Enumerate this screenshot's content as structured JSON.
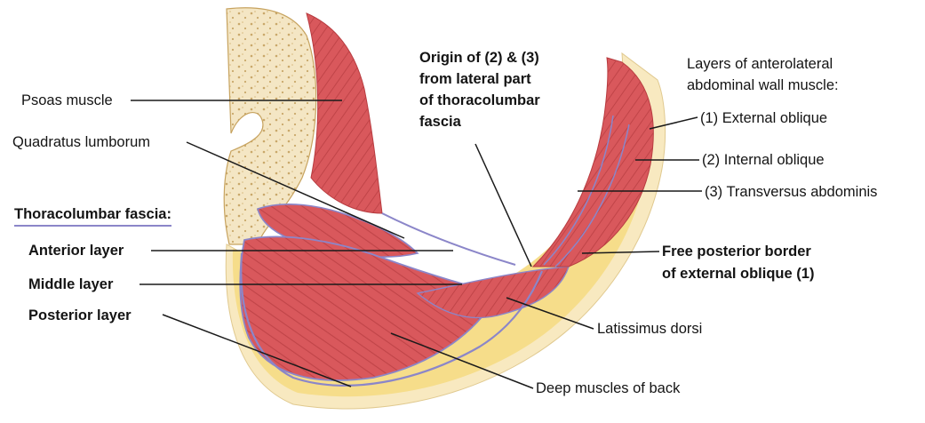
{
  "labels": {
    "psoas": "Psoas muscle",
    "quadratus": "Quadratus lumborum",
    "thoracolumbar_heading": "Thoracolumbar fascia:",
    "anterior_layer": "Anterior layer",
    "middle_layer": "Middle layer",
    "posterior_layer": "Posterior layer",
    "origin_line1": "Origin of (2) & (3)",
    "origin_line2": "from lateral part",
    "origin_line3": "of thoracolumbar",
    "origin_line4": "fascia",
    "layers_line1": "Layers of anterolateral",
    "layers_line2": "abdominal wall muscle:",
    "external_oblique": "(1) External oblique",
    "internal_oblique": "(2) Internal oblique",
    "transversus": "(3) Transversus abdominis",
    "free_border_line1": "Free posterior border",
    "free_border_line2": "of external oblique (1)",
    "latissimus": "Latissimus dorsi",
    "deep_muscles": "Deep muscles of back"
  },
  "colors": {
    "muscle": "#d9585c",
    "muscle_dark": "#b83c40",
    "bone": "#f4e6c4",
    "fat": "#f6dd8a",
    "skin": "#f8e9c0",
    "fascia": "#8b86c9",
    "text": "#141414"
  }
}
